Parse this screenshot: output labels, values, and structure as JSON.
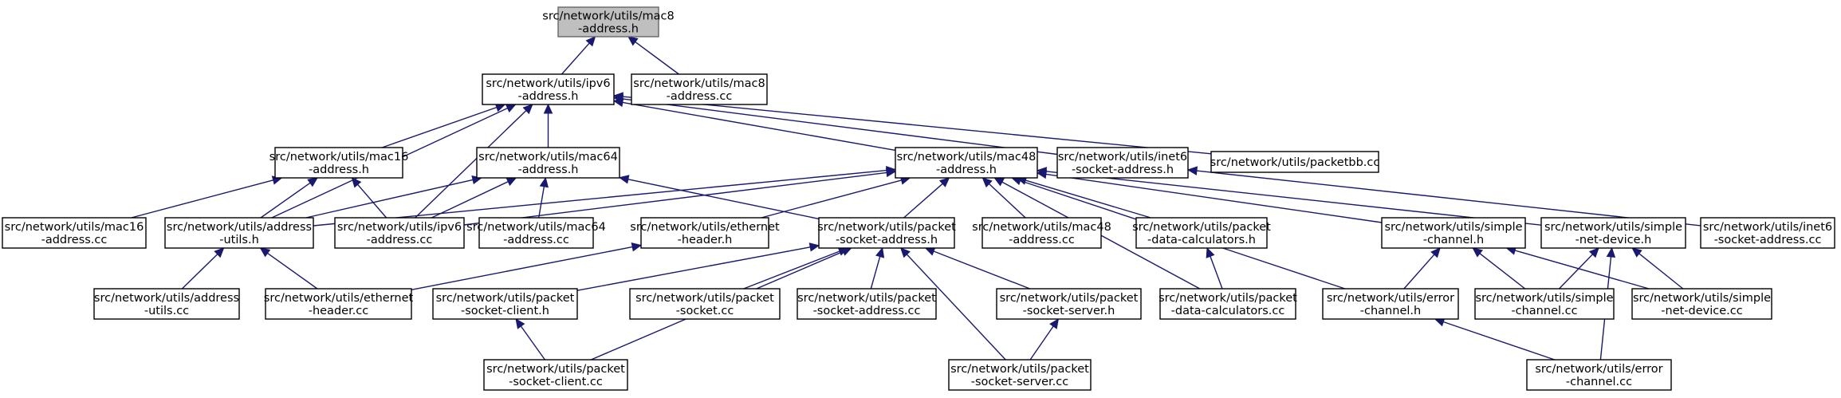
{
  "graph": {
    "title": "",
    "colors": {
      "edge": "#191970",
      "root_fill": "#bfbfbf",
      "node_stroke": "#000000"
    },
    "nodes": [
      {
        "id": "mac8h",
        "lines": [
          "src/network/utils/mac8",
          "-address.h"
        ],
        "root": true
      },
      {
        "id": "ipv6h",
        "lines": [
          "src/network/utils/ipv6",
          "-address.h"
        ]
      },
      {
        "id": "mac8cc",
        "lines": [
          "src/network/utils/mac8",
          "-address.cc"
        ]
      },
      {
        "id": "mac16h",
        "lines": [
          "src/network/utils/mac16",
          "-address.h"
        ]
      },
      {
        "id": "mac64h",
        "lines": [
          "src/network/utils/mac64",
          "-address.h"
        ]
      },
      {
        "id": "mac48h",
        "lines": [
          "src/network/utils/mac48",
          "-address.h"
        ]
      },
      {
        "id": "inet6h",
        "lines": [
          "src/network/utils/inet6",
          "-socket-address.h"
        ]
      },
      {
        "id": "pbbcc",
        "lines": [
          "src/network/utils/packetbb.cc"
        ]
      },
      {
        "id": "mac16cc",
        "lines": [
          "src/network/utils/mac16",
          "-address.cc"
        ]
      },
      {
        "id": "addrh",
        "lines": [
          "src/network/utils/address",
          "-utils.h"
        ]
      },
      {
        "id": "ipv6cc",
        "lines": [
          "src/network/utils/ipv6",
          "-address.cc"
        ]
      },
      {
        "id": "mac64cc",
        "lines": [
          "src/network/utils/mac64",
          "-address.cc"
        ]
      },
      {
        "id": "ethh",
        "lines": [
          "src/network/utils/ethernet",
          "-header.h"
        ]
      },
      {
        "id": "psah",
        "lines": [
          "src/network/utils/packet",
          "-socket-address.h"
        ]
      },
      {
        "id": "mac48cc",
        "lines": [
          "src/network/utils/mac48",
          "-address.cc"
        ]
      },
      {
        "id": "pdch",
        "lines": [
          "src/network/utils/packet",
          "-data-calculators.h"
        ]
      },
      {
        "id": "simch",
        "lines": [
          "src/network/utils/simple",
          "-channel.h"
        ]
      },
      {
        "id": "simndh",
        "lines": [
          "src/network/utils/simple",
          "-net-device.h"
        ]
      },
      {
        "id": "inet6cc",
        "lines": [
          "src/network/utils/inet6",
          "-socket-address.cc"
        ]
      },
      {
        "id": "addrcc",
        "lines": [
          "src/network/utils/address",
          "-utils.cc"
        ]
      },
      {
        "id": "ethcc",
        "lines": [
          "src/network/utils/ethernet",
          "-header.cc"
        ]
      },
      {
        "id": "psch",
        "lines": [
          "src/network/utils/packet",
          "-socket-client.h"
        ]
      },
      {
        "id": "pscc",
        "lines": [
          "src/network/utils/packet",
          "-socket.cc"
        ]
      },
      {
        "id": "psacc",
        "lines": [
          "src/network/utils/packet",
          "-socket-address.cc"
        ]
      },
      {
        "id": "pssh",
        "lines": [
          "src/network/utils/packet",
          "-socket-server.h"
        ]
      },
      {
        "id": "pdccc",
        "lines": [
          "src/network/utils/packet",
          "-data-calculators.cc"
        ]
      },
      {
        "id": "errh",
        "lines": [
          "src/network/utils/error",
          "-channel.h"
        ]
      },
      {
        "id": "simccc",
        "lines": [
          "src/network/utils/simple",
          "-channel.cc"
        ]
      },
      {
        "id": "simndcc",
        "lines": [
          "src/network/utils/simple",
          "-net-device.cc"
        ]
      },
      {
        "id": "psclcc",
        "lines": [
          "src/network/utils/packet",
          "-socket-client.cc"
        ]
      },
      {
        "id": "pssvcc",
        "lines": [
          "src/network/utils/packet",
          "-socket-server.cc"
        ]
      },
      {
        "id": "errcc",
        "lines": [
          "src/network/utils/error",
          "-channel.cc"
        ]
      }
    ],
    "edges": [
      {
        "from": "ipv6h",
        "to": "mac8h"
      },
      {
        "from": "mac8cc",
        "to": "mac8h"
      },
      {
        "from": "mac16h",
        "to": "ipv6h"
      },
      {
        "from": "mac64h",
        "to": "ipv6h"
      },
      {
        "from": "mac48h",
        "to": "ipv6h"
      },
      {
        "from": "inet6h",
        "to": "ipv6h"
      },
      {
        "from": "pbbcc",
        "to": "ipv6h"
      },
      {
        "from": "addrh",
        "to": "ipv6h"
      },
      {
        "from": "ipv6cc",
        "to": "ipv6h"
      },
      {
        "from": "mac16cc",
        "to": "mac16h"
      },
      {
        "from": "addrh",
        "to": "mac16h"
      },
      {
        "from": "ipv6cc",
        "to": "mac16h"
      },
      {
        "from": "addrh",
        "to": "mac64h"
      },
      {
        "from": "ipv6cc",
        "to": "mac64h"
      },
      {
        "from": "mac64cc",
        "to": "mac64h"
      },
      {
        "from": "psah",
        "to": "mac64h"
      },
      {
        "from": "addrh",
        "to": "mac48h"
      },
      {
        "from": "ipv6cc",
        "to": "mac48h"
      },
      {
        "from": "ethh",
        "to": "mac48h"
      },
      {
        "from": "psah",
        "to": "mac48h"
      },
      {
        "from": "mac48cc",
        "to": "mac48h"
      },
      {
        "from": "pdch",
        "to": "mac48h"
      },
      {
        "from": "pdccc",
        "to": "mac48h"
      },
      {
        "from": "errh",
        "to": "mac48h"
      },
      {
        "from": "simch",
        "to": "mac48h"
      },
      {
        "from": "simndh",
        "to": "mac48h"
      },
      {
        "from": "inet6cc",
        "to": "inet6h"
      },
      {
        "from": "addrcc",
        "to": "addrh"
      },
      {
        "from": "ethcc",
        "to": "addrh"
      },
      {
        "from": "ethcc",
        "to": "ethh"
      },
      {
        "from": "psch",
        "to": "psah"
      },
      {
        "from": "pscc",
        "to": "psah"
      },
      {
        "from": "psacc",
        "to": "psah"
      },
      {
        "from": "pssh",
        "to": "psah"
      },
      {
        "from": "psclcc",
        "to": "psah"
      },
      {
        "from": "pssvcc",
        "to": "psah"
      },
      {
        "from": "pdccc",
        "to": "pdch"
      },
      {
        "from": "errh",
        "to": "simch"
      },
      {
        "from": "simccc",
        "to": "simch"
      },
      {
        "from": "simndcc",
        "to": "simch"
      },
      {
        "from": "simccc",
        "to": "simndh"
      },
      {
        "from": "simndcc",
        "to": "simndh"
      },
      {
        "from": "errcc",
        "to": "simndh"
      },
      {
        "from": "psclcc",
        "to": "psch"
      },
      {
        "from": "pssvcc",
        "to": "pssh"
      },
      {
        "from": "errcc",
        "to": "errh"
      }
    ]
  }
}
